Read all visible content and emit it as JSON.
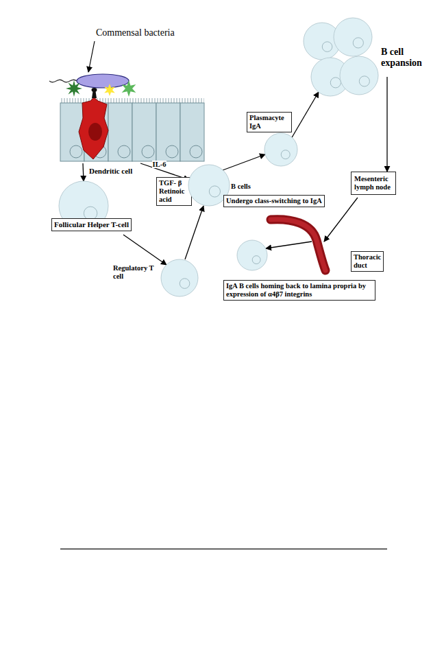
{
  "diagram": {
    "nodes": [
      {
        "text": [
          "Dendritic cell"
        ]
      },
      {
        "text": [
          "Follicular Helper T-cell"
        ]
      },
      {
        "text": [
          "Regulatory T cell"
        ]
      },
      {
        "text": [
          "TGF- β Retinoic acid"
        ]
      },
      {
        "text": [
          "B cells"
        ]
      },
      {
        "text": [
          "Undergo class-switching to IgA"
        ]
      },
      {
        "text": [
          "Plasmacyte IgA"
        ]
      },
      {
        "text": [
          "B cell expansion"
        ]
      },
      {
        "text": [
          "Mesenteric lymph node"
        ]
      },
      {
        "text": [
          "Thoracic duct"
        ]
      },
      {
        "text": [
          "IgA B cells homing back to lamina propria by expression of α4β7 integrins"
        ]
      }
    ],
    "edges": [
      {
        "from": 0,
        "to": 1,
        "arrow": "to"
      },
      {
        "from": 0,
        "to": 4,
        "label": "IL-6",
        "arrow": "to"
      },
      {
        "from": 1,
        "to": 2,
        "arrow": "to"
      },
      {
        "from": 2,
        "to": 4,
        "arrow": "to"
      },
      {
        "from": 4,
        "to": 6,
        "arrow": "to"
      },
      {
        "from": 6,
        "to": 7,
        "arrow": "to"
      },
      {
        "from": 7,
        "to": 8,
        "arrow": "to"
      },
      {
        "from": 8,
        "to": 9,
        "arrow": "to"
      },
      {
        "from": 9,
        "to": 10,
        "arrow": "to"
      }
    ],
    "labels": [
      "Commensal bacteria"
    ]
  }
}
